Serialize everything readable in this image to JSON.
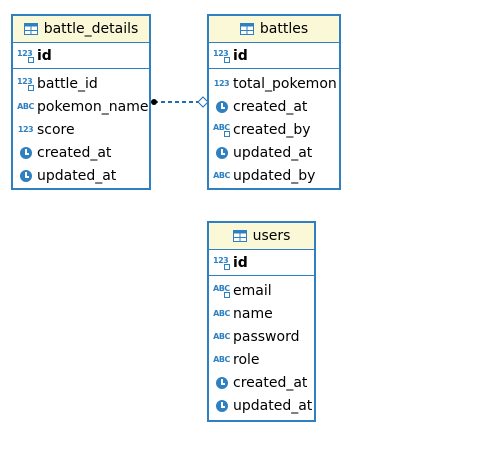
{
  "entities": {
    "battle_details": {
      "name": "battle_details",
      "pk": "id",
      "columns": [
        {
          "name": "battle_id",
          "type": "fk-number"
        },
        {
          "name": "pokemon_name",
          "type": "text"
        },
        {
          "name": "score",
          "type": "number"
        },
        {
          "name": "created_at",
          "type": "datetime"
        },
        {
          "name": "updated_at",
          "type": "datetime"
        }
      ]
    },
    "battles": {
      "name": "battles",
      "pk": "id",
      "columns": [
        {
          "name": "total_pokemon",
          "type": "number"
        },
        {
          "name": "created_at",
          "type": "datetime"
        },
        {
          "name": "created_by",
          "type": "fk-text"
        },
        {
          "name": "updated_at",
          "type": "datetime"
        },
        {
          "name": "updated_by",
          "type": "text"
        }
      ]
    },
    "users": {
      "name": "users",
      "pk": "id",
      "columns": [
        {
          "name": "email",
          "type": "fk-text"
        },
        {
          "name": "name",
          "type": "text"
        },
        {
          "name": "password",
          "type": "text"
        },
        {
          "name": "role",
          "type": "text"
        },
        {
          "name": "created_at",
          "type": "datetime"
        },
        {
          "name": "updated_at",
          "type": "datetime"
        }
      ]
    }
  },
  "icon_text": {
    "number": "123",
    "text": "ABC"
  },
  "colors": {
    "border": "#2f80c0",
    "header": "#fbf8d8",
    "relationship": "#1f6fb0"
  }
}
